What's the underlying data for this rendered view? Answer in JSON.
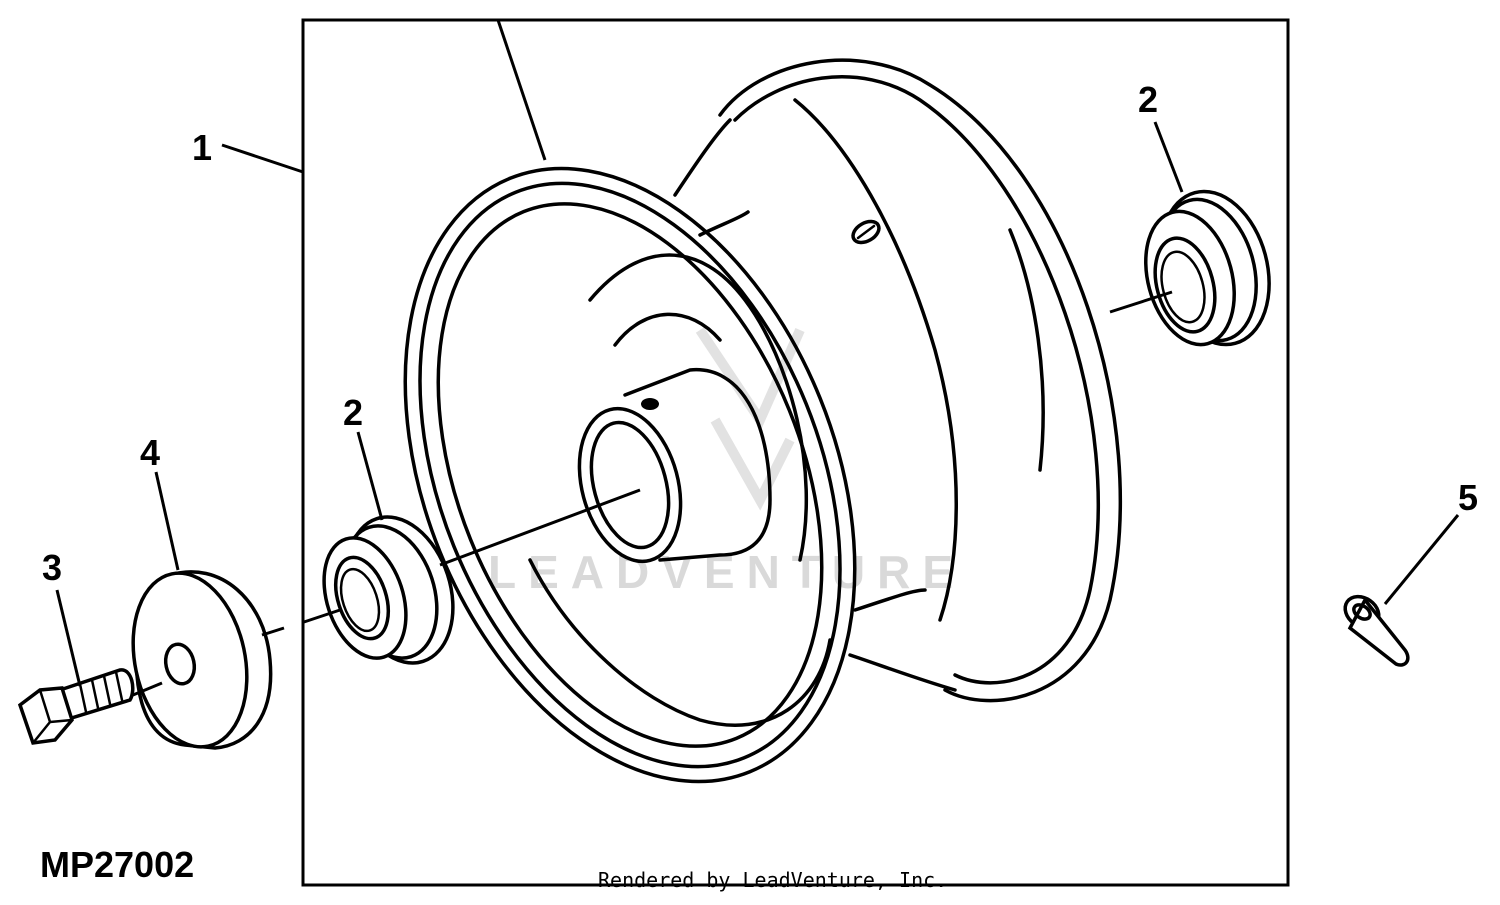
{
  "figure": {
    "id": "MP27002",
    "credit": "Rendered by LeadVenture, Inc.",
    "watermark": "LEADVENTURE"
  },
  "callouts": [
    {
      "label": "1",
      "part": "wheel"
    },
    {
      "label": "2",
      "part": "bearing-right"
    },
    {
      "label": "2",
      "part": "bearing-left"
    },
    {
      "label": "3",
      "part": "bolt"
    },
    {
      "label": "4",
      "part": "washer"
    },
    {
      "label": "5",
      "part": "valve-stem"
    }
  ]
}
